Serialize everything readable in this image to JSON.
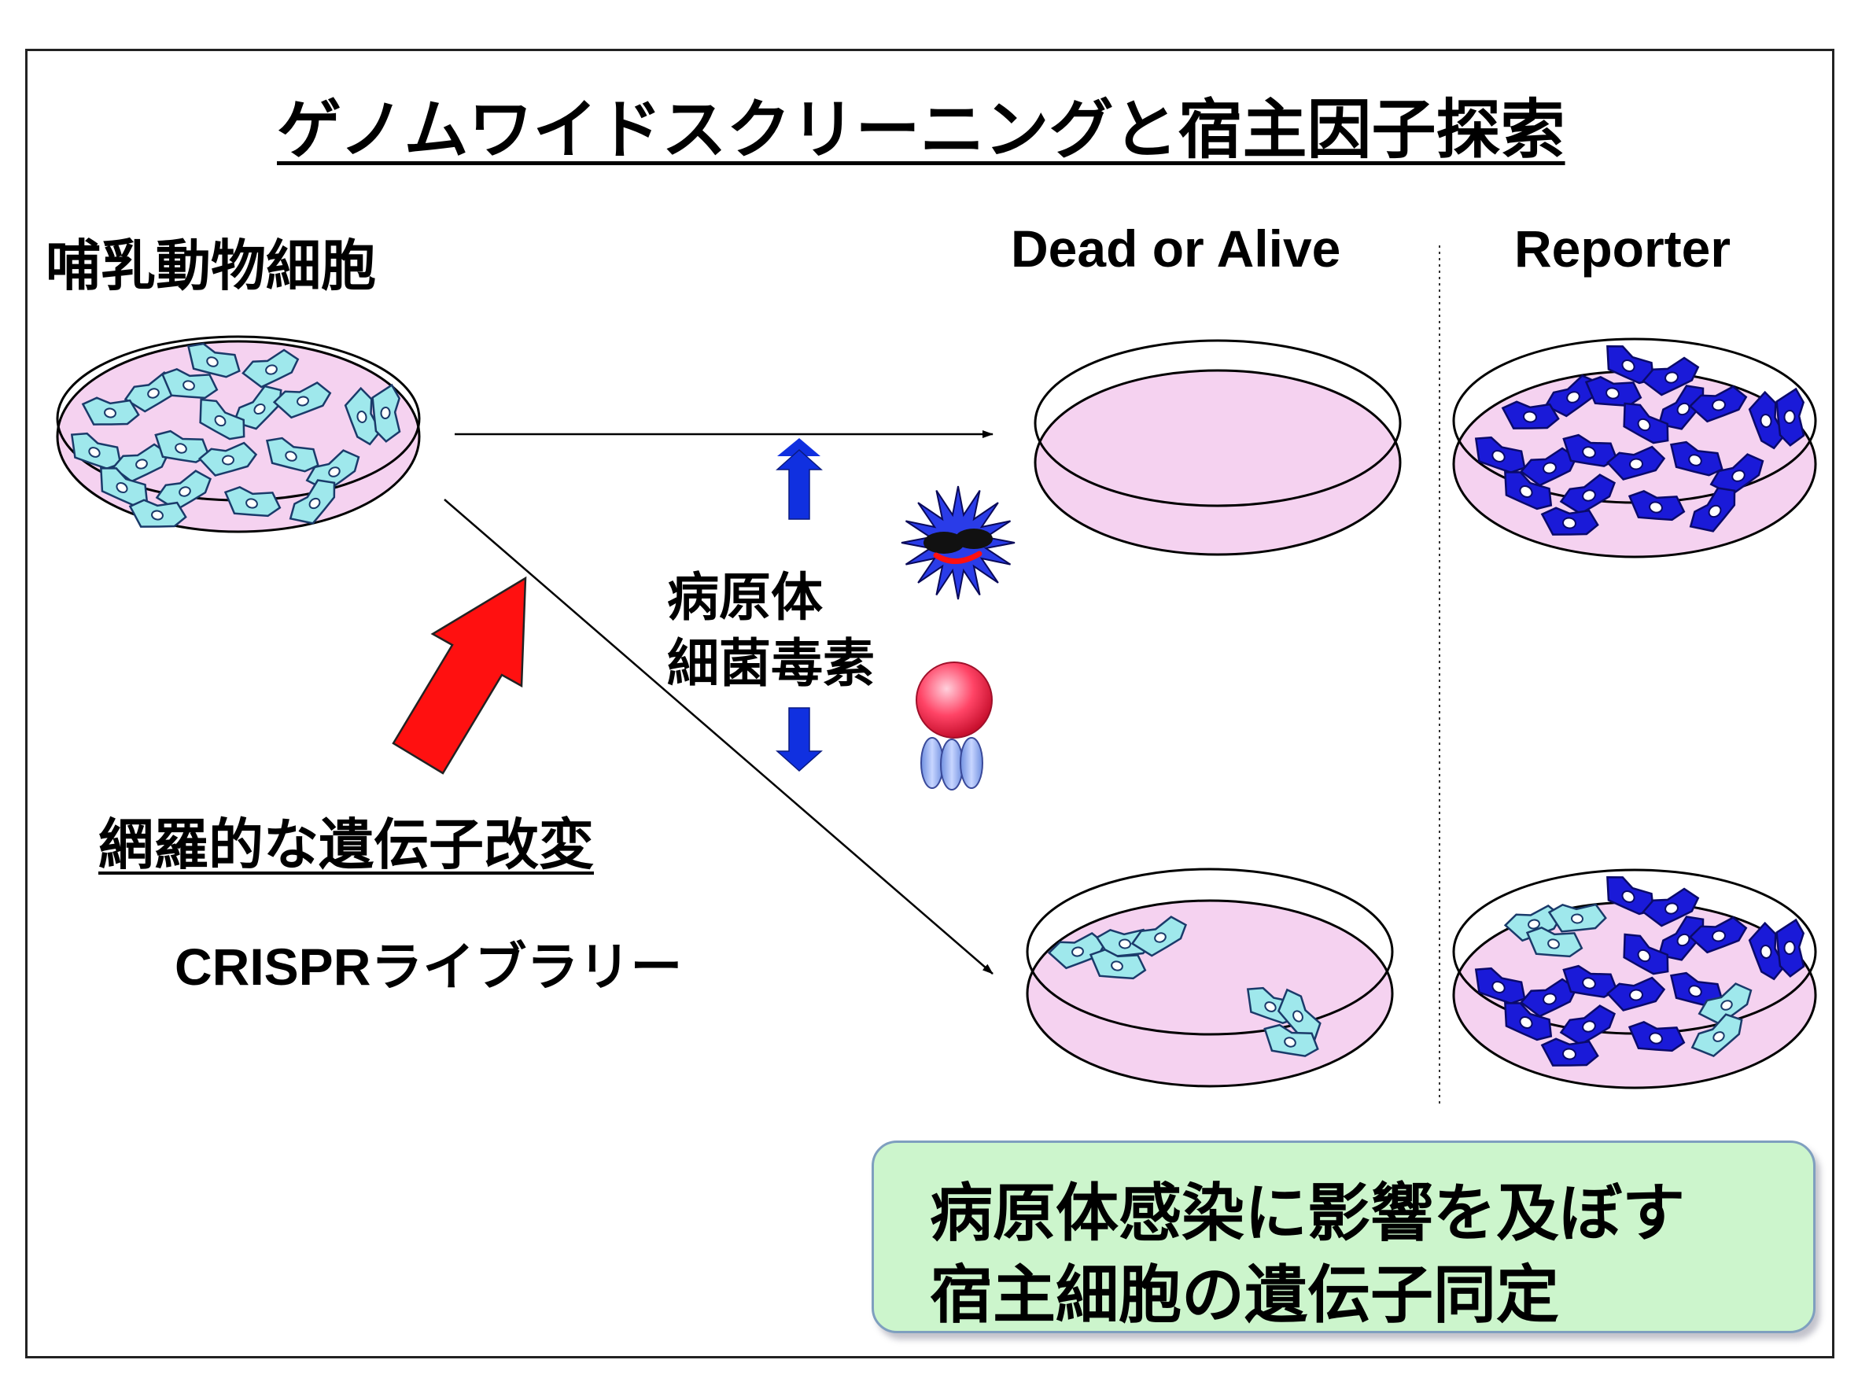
{
  "title": "ゲノムワイドスクリーニングと宿主因子探索",
  "source_label": "哺乳動物細胞",
  "columns": {
    "dead_or_alive": "Dead or Alive",
    "reporter": "Reporter"
  },
  "agent": {
    "line1": "病原体",
    "line2": "細菌毒素"
  },
  "method": {
    "label": "網羅的な遺伝子改変",
    "library": "CRISPRライブラリー"
  },
  "result": {
    "line1": "病原体感染に影響を及ぼす",
    "line2": "宿主細胞の遺伝子同定"
  },
  "colors": {
    "dish_fill": "#f5d2f0",
    "normal_cell": "#9fe8ec",
    "reporter_cell": "#1a1ad8",
    "transform_arrow": "#ff1010",
    "exposure_arrow": "#1030e0",
    "result_box": "#ccf5cc"
  }
}
